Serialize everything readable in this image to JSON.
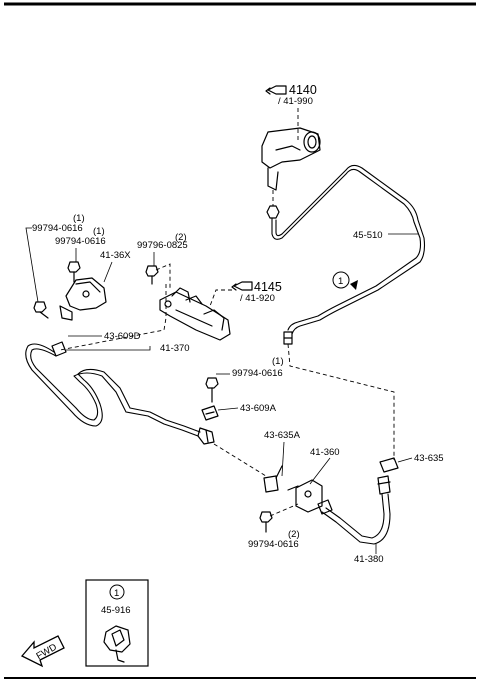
{
  "labels": {
    "ref_4140": "4140",
    "ref_41_990": "/ 41-990",
    "ref_4145": "4145",
    "ref_41_920": "/ 41-920",
    "p45_510": "45-510",
    "circle_ref": "1",
    "p99794_0616_q1": "(1)",
    "p99794_0616_a": "99794-0616",
    "p99794_0616_q2": "(1)",
    "p99794_0616_b": "99794-0616",
    "p41_36x": "41-36X",
    "p99796_0825_q": "(2)",
    "p99796_0825": "99796-0825",
    "p43_609d": "43-609D",
    "p41_370": "41-370",
    "p99794_0616_q3": "(1)",
    "p99794_0616_c": "99794-0616",
    "p43_609a": "43-609A",
    "p43_635a": "43-635A",
    "p41_360": "41-360",
    "p43_635": "43-635",
    "p99794_0616_q4": "(2)",
    "p99794_0616_d": "99794-0616",
    "p41_380": "41-380",
    "inset_circle": "1",
    "inset_part": "45-916",
    "fwd": "FWD"
  }
}
